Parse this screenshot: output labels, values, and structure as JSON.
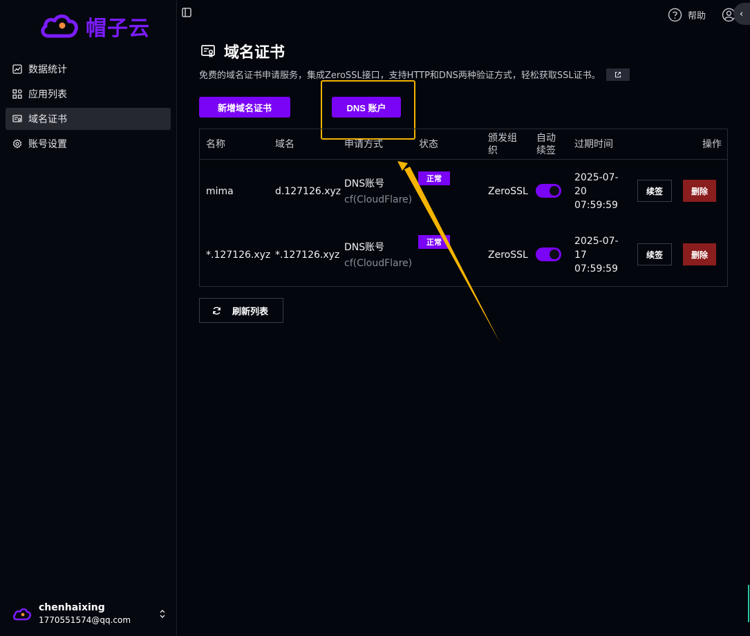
{
  "brand": {
    "name": "帽子云",
    "accent": "#7a04f5"
  },
  "sidebar": {
    "items": [
      {
        "label": "数据统计",
        "icon": "chart-icon"
      },
      {
        "label": "应用列表",
        "icon": "apps-grid-icon"
      },
      {
        "label": "域名证书",
        "icon": "certificate-icon",
        "active": true
      },
      {
        "label": "账号设置",
        "icon": "gear-icon"
      }
    ],
    "user": {
      "name": "chenhaixing",
      "email": "1770551574@qq.com"
    }
  },
  "topbar": {
    "help_label": "帮助"
  },
  "page": {
    "title": "域名证书",
    "description": "免费的域名证书申请服务，集成ZeroSSL接口，支持HTTP和DNS两种验证方式，轻松获取SSL证书。",
    "add_button": "新增域名证书",
    "dns_button": "DNS 账户",
    "refresh_button": "刷新列表"
  },
  "table": {
    "headers": {
      "name": "名称",
      "domain": "域名",
      "method": "申请方式",
      "status": "状态",
      "issuer_a": "颁发组",
      "issuer_b": "织",
      "renew_a": "自动",
      "renew_b": "续签",
      "expire": "过期时间",
      "ops": "操作"
    },
    "rows": [
      {
        "name": "mima",
        "domain": "d.127126.xyz",
        "method": "DNS账号",
        "method_sub": "cf(CloudFlare)",
        "status": "正常",
        "issuer": "ZeroSSL",
        "auto_renew": true,
        "expire_date": "2025-07-",
        "expire_day": "20",
        "expire_time": "07:59:59",
        "renew_label": "续签",
        "delete_label": "删除"
      },
      {
        "name": "*.127126.xyz",
        "domain": "*.127126.xyz",
        "method": "DNS账号",
        "method_sub": "cf(CloudFlare)",
        "status": "正常",
        "issuer": "ZeroSSL",
        "auto_renew": true,
        "expire_date": "2025-07-",
        "expire_day": "17",
        "expire_time": "07:59:59",
        "renew_label": "续签",
        "delete_label": "删除"
      }
    ]
  },
  "annotation": {
    "highlight_color": "#f4b400"
  }
}
